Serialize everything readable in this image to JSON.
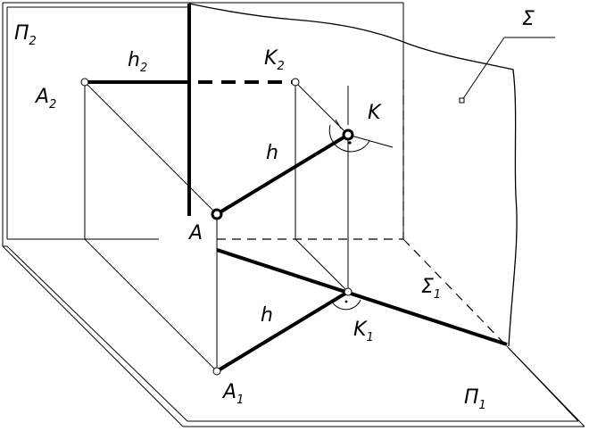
{
  "labels": {
    "plane_p2": {
      "main": "П",
      "sub": "2"
    },
    "plane_p1": {
      "main": "П",
      "sub": "1"
    },
    "sigma": {
      "main": "Σ"
    },
    "sigma1": {
      "main": "Σ",
      "sub": "1"
    },
    "h2": {
      "main": "h",
      "sub": "2"
    },
    "h_upper": {
      "main": "h"
    },
    "h_lower": {
      "main": "h"
    },
    "A2": {
      "main": "A",
      "sub": "2"
    },
    "K2": {
      "main": "K",
      "sub": "2"
    },
    "K": {
      "main": "K"
    },
    "A": {
      "main": "A"
    },
    "K1": {
      "main": "K",
      "sub": "1"
    },
    "A1": {
      "main": "A",
      "sub": "1"
    }
  }
}
